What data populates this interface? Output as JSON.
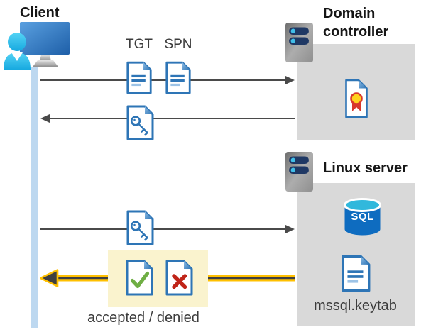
{
  "client": {
    "label": "Client"
  },
  "domain_controller": {
    "label": "Domain controller"
  },
  "linux_server": {
    "label": "Linux server",
    "sql_label": "SQL",
    "keytab_label": "mssql.keytab"
  },
  "flow": {
    "tgt_label": "TGT",
    "spn_label": "SPN",
    "result_label": "accepted / denied"
  },
  "colors": {
    "doc-blue": "#2E75B6",
    "doc-blue-light": "#9DC3E6",
    "lifeline-blue": "#BDD8F0",
    "box-gray": "#D9D9D9",
    "arrow-gray": "#4A4A4A",
    "highlight-yellow": "#FAF3CE",
    "arrow-yellow": "#FFC000",
    "check-green": "#6FAE44",
    "cross-red": "#C02418",
    "seal-yellow": "#FFD21E",
    "seal-red": "#D8382C",
    "pill-navy": "#1F3864",
    "pill-dot-cyan": "#41BEE8",
    "sql-blue": "#0E6CC0",
    "sql-top-cyan": "#31B8DC",
    "heading-text": "#161616",
    "body-text": "#3C3C3C"
  }
}
